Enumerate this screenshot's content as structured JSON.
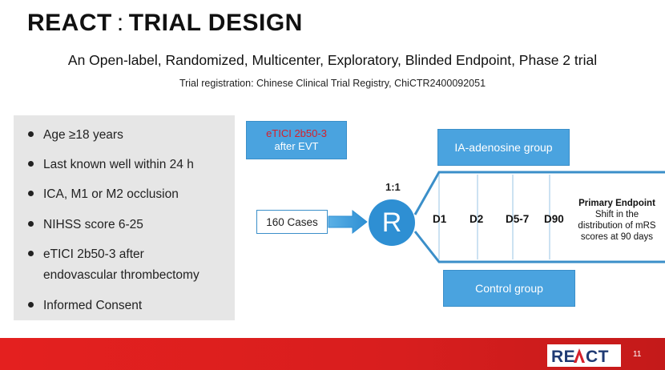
{
  "title": {
    "main": "REACT",
    "separator": ":",
    "rest": "TRIAL DESIGN"
  },
  "subtitle": "An Open-label, Randomized, Multicenter, Exploratory, Blinded Endpoint, Phase 2 trial",
  "registration": "Trial registration: Chinese Clinical Trial Registry, ChiCTR2400092051",
  "criteria": [
    {
      "text": "Age ≥18 years"
    },
    {
      "text": "Last known well within 24 h"
    },
    {
      "text": "ICA, M1 or M2 occlusion"
    },
    {
      "text": "NIHSS score 6-25"
    },
    {
      "text": "eTICI 2b50-3 after",
      "cont": "endovascular thrombectomy"
    },
    {
      "text": "Informed Consent"
    }
  ],
  "flow": {
    "eligibility": {
      "line1": "eTICI 2b50-3",
      "line2": "after EVT"
    },
    "cases": "160 Cases",
    "ratio": "1:1",
    "randomization": "R",
    "arms": {
      "treatment": "IA-adenosine group",
      "control": "Control group"
    },
    "days": [
      "D1",
      "D2",
      "D5-7",
      "D90"
    ],
    "endpoint": {
      "head": "Primary Endpoint",
      "line1": "Shift in the",
      "line2": "distribution of mRS",
      "line3": "scores at 90 days"
    }
  },
  "footer": {
    "logo_text": "REACT",
    "page": "11"
  },
  "colors": {
    "accent_blue": "#4aa3df",
    "circle_blue": "#2e8fd3",
    "footer_red": "#e4201f",
    "logo_navy": "#1f3a73",
    "logo_red": "#d6202a",
    "highlight_red": "#d6202a"
  }
}
